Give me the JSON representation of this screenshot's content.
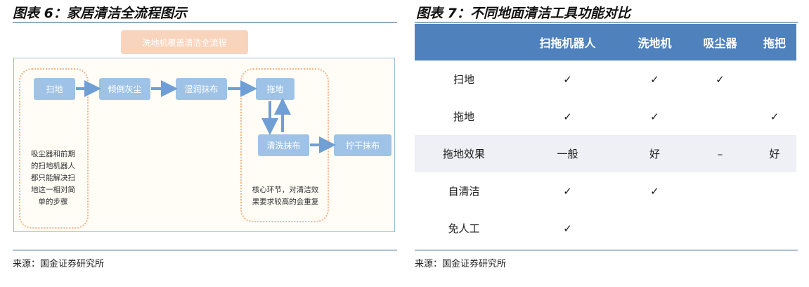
{
  "left": {
    "title": "图表 6：家居清洁全流程图示",
    "diagram": {
      "header": "洗地机覆盖清洁全流程",
      "steps": {
        "sweep": "扫地",
        "dump_dust": "倾倒灰尘",
        "wet_cloth": "湿润抹布",
        "mop": "拖地",
        "wash_cloth": "清洗抹布",
        "wring_cloth": "拧干抹布"
      },
      "note_left": [
        "吸尘器和前期",
        "的扫地机器人",
        "都只能解决扫",
        "地这一相对简",
        "单的步骤"
      ],
      "note_right": [
        "核心环节，对清洁效",
        "果要求较高的会重复"
      ]
    },
    "source": "来源：国金证券研究所"
  },
  "right": {
    "title": "图表 7：不同地面清洁工具功能对比",
    "columns": [
      "",
      "扫拖机器人",
      "洗地机",
      "吸尘器",
      "拖把"
    ],
    "rows": [
      {
        "label": "扫地",
        "cells": [
          "✓",
          "✓",
          "✓",
          ""
        ],
        "shade": false
      },
      {
        "label": "拖地",
        "cells": [
          "✓",
          "✓",
          "",
          "✓"
        ],
        "shade": false
      },
      {
        "label": "拖地效果",
        "cells": [
          "一般",
          "好",
          "–",
          "好"
        ],
        "shade": true
      },
      {
        "label": "自清洁",
        "cells": [
          "✓",
          "✓",
          "",
          ""
        ],
        "shade": false
      },
      {
        "label": "免人工",
        "cells": [
          "✓",
          "",
          "",
          ""
        ],
        "shade": false
      }
    ],
    "source": "来源：国金证券研究所"
  },
  "colors": {
    "accent": "#4f81bd",
    "step_fill": "#9fc3e6",
    "header_fill": "#f9d4bd",
    "dotted_border": "#f5b48a"
  }
}
